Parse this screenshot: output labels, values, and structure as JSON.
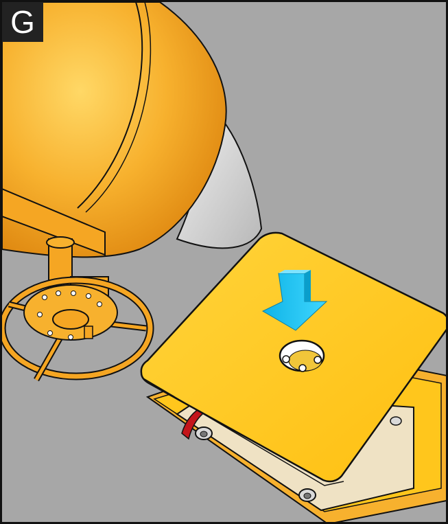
{
  "step": {
    "label": "G"
  },
  "colors": {
    "background": "#a7a7a7",
    "mixer_orange": "#f5a623",
    "plate_yellow": "#ffc61c",
    "arrow_cyan": "#1ac6f2",
    "chute_gray": "#d4d4d4",
    "base_cream": "#efe2c4",
    "accent_red": "#c4141a"
  },
  "illustration": {
    "components": [
      "cement-mixer-drum",
      "discharge-chute",
      "hand-wheel",
      "top-plate",
      "base-box",
      "down-arrow"
    ],
    "arrow_direction": "down"
  }
}
